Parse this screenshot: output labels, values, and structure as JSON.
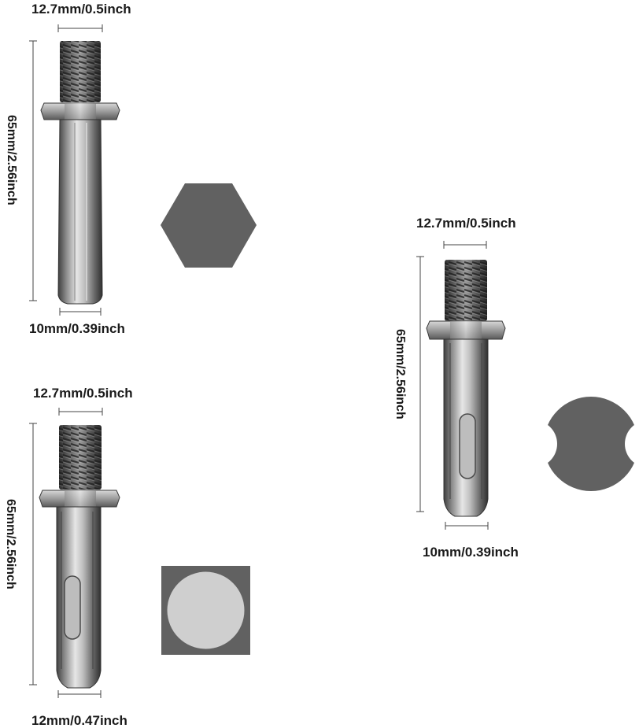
{
  "adapters": [
    {
      "id": "hex",
      "top_diameter": "12.7mm/0.5inch",
      "length": "65mm/2.56inch",
      "shank_diameter": "10mm/0.39inch",
      "profile_shape": "hexagon",
      "profile_color": "#616161"
    },
    {
      "id": "sds-round",
      "top_diameter": "12.7mm/0.5inch",
      "length": "65mm/2.56inch",
      "shank_diameter": "12mm/0.47inch",
      "profile_shape": "circle-in-square",
      "profile_color": "#616161",
      "profile_inner_color": "#cfcfcf"
    },
    {
      "id": "sds-plus",
      "top_diameter": "12.7mm/0.5inch",
      "length": "65mm/2.56inch",
      "shank_diameter": "10mm/0.39inch",
      "profile_shape": "notched-circle",
      "profile_color": "#616161"
    }
  ]
}
